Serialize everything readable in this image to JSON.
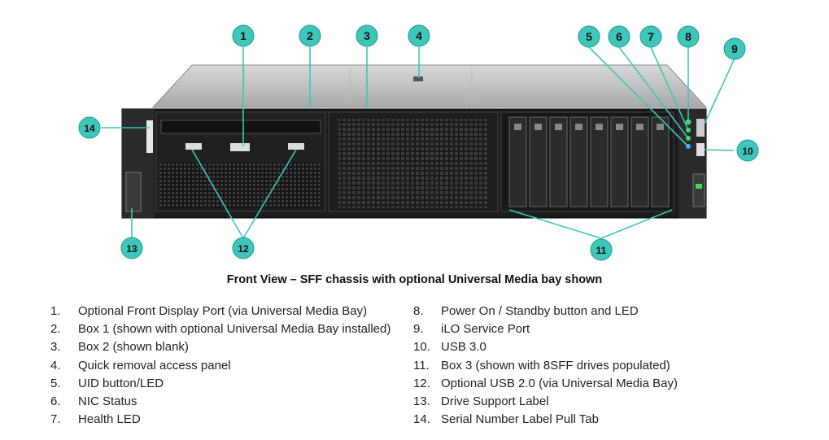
{
  "caption": "Front View – SFF chassis with optional Universal Media bay shown",
  "callouts": [
    {
      "n": "1",
      "text": "Optional Front Display Port (via Universal Media Bay)"
    },
    {
      "n": "2",
      "text": "Box 1 (shown with optional Universal Media Bay installed)"
    },
    {
      "n": "3",
      "text": "Box 2 (shown blank)"
    },
    {
      "n": "4",
      "text": "Quick removal access panel"
    },
    {
      "n": "5",
      "text": "UID button/LED"
    },
    {
      "n": "6",
      "text": "NIC Status"
    },
    {
      "n": "7",
      "text": "Health LED"
    },
    {
      "n": "8",
      "text": "Power On / Standby button and LED"
    },
    {
      "n": "9",
      "text": "iLO Service Port"
    },
    {
      "n": "10",
      "text": "USB 3.0"
    },
    {
      "n": "11",
      "text": "Box 3  (shown with 8SFF drives populated)"
    },
    {
      "n": "12",
      "text": "Optional USB 2.0 (via Universal Media Bay)"
    },
    {
      "n": "13",
      "text": "Drive Support Label"
    },
    {
      "n": "14",
      "text": "Serial Number Label Pull Tab"
    }
  ],
  "colors": {
    "callout_fill": "#3ec6b8",
    "callout_stroke": "#1f9a8f",
    "callout_text": "#111111",
    "chassis_dark": "#1c1c1c",
    "chassis_top": "#c9c9c9",
    "led_green": "#3ddc5a",
    "led_blue": "#4aa3ff"
  }
}
